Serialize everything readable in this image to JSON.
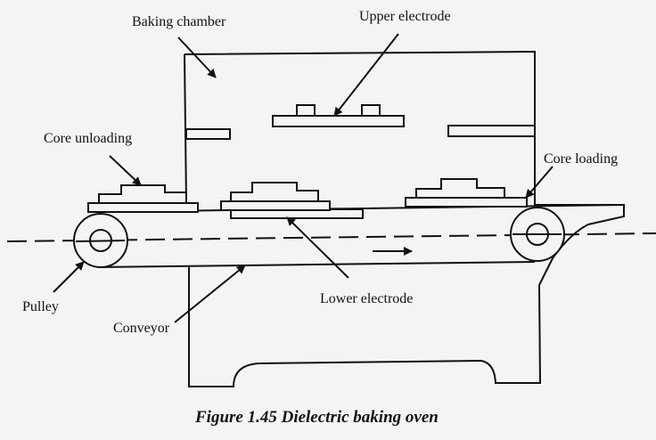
{
  "figure": {
    "caption": "Figure 1.45 Dielectric baking oven",
    "labels": {
      "baking_chamber": "Baking chamber",
      "upper_electrode": "Upper electrode",
      "core_unloading": "Core unloading",
      "core_loading": "Core loading",
      "pulley": "Pulley",
      "conveyor": "Conveyor",
      "lower_electrode": "Lower electrode"
    },
    "direction_arrow": "right"
  }
}
